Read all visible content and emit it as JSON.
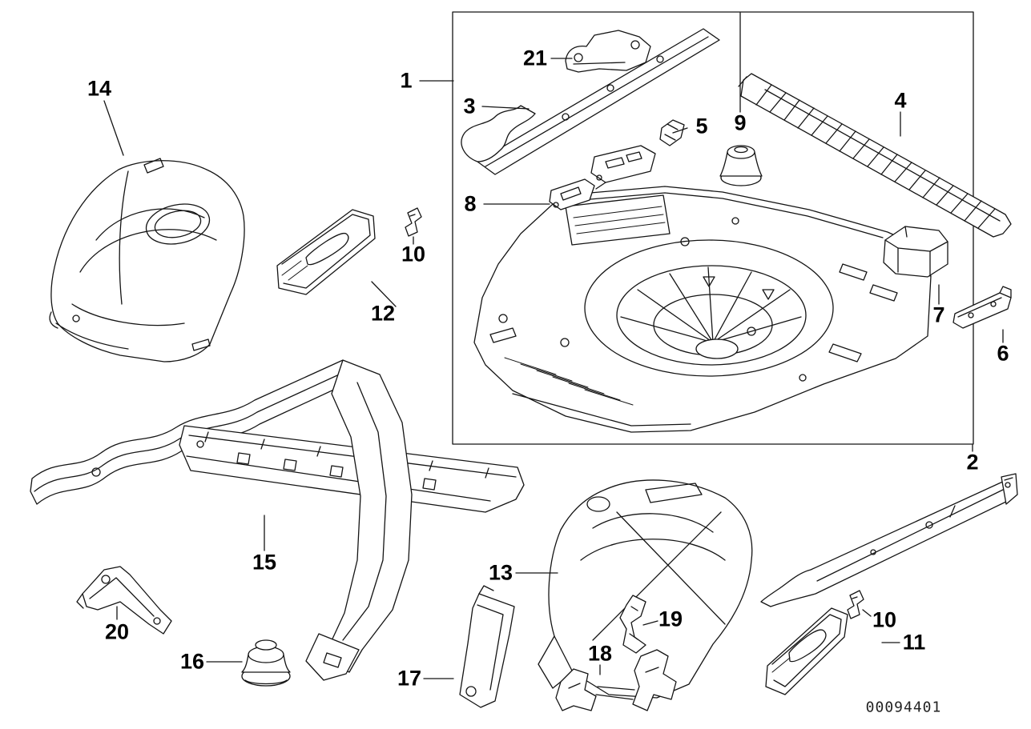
{
  "diagram": {
    "image_code": "00094401",
    "callouts": [
      {
        "label": "14"
      },
      {
        "label": "1"
      },
      {
        "label": "21"
      },
      {
        "label": "3"
      },
      {
        "label": "5"
      },
      {
        "label": "9"
      },
      {
        "label": "4"
      },
      {
        "label": "8"
      },
      {
        "label": "10"
      },
      {
        "label": "12"
      },
      {
        "label": "7"
      },
      {
        "label": "6"
      },
      {
        "label": "2"
      },
      {
        "label": "15"
      },
      {
        "label": "13"
      },
      {
        "label": "19"
      },
      {
        "label": "20"
      },
      {
        "label": "16"
      },
      {
        "label": "17"
      },
      {
        "label": "18"
      },
      {
        "label": "10"
      },
      {
        "label": "11"
      }
    ]
  }
}
